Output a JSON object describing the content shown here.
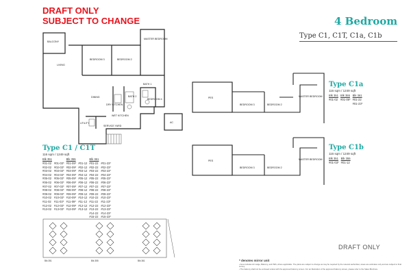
{
  "header": {
    "draft_line1": "DRAFT ONLY",
    "draft_line2": "SUBJECT TO CHANGE",
    "title": "4 Bedroom",
    "subtitle": "Type C1, C1T, C1a, C1b"
  },
  "main_plan": {
    "rooms": {
      "balcony": "BALCONY",
      "master": "MASTER BEDROOM",
      "bedroom3": "BEDROOM 3",
      "bedroom2": "BEDROOM 2",
      "living": "LIVING",
      "dining": "DINING",
      "dry_kitchen": "DRY KITCHEN",
      "bath2": "BATH 2",
      "bath1": "BATH 1",
      "wet_kitchen": "WET KITCHEN",
      "bedroom4": "BEDROOM 4",
      "utility": "UTILITY",
      "service_yard": "SERVICE YARD",
      "ac": "AC"
    }
  },
  "type_c1": {
    "label": "Type C1 / C1T",
    "area": "116 sqm / 1249 sqft",
    "blocks": [
      {
        "name": "Blk 351",
        "units": [
          "#01-02",
          "#02-02",
          "#03-02",
          "#04-02",
          "#05-02",
          "#06-02",
          "#07-02",
          "#08-02",
          "#09-02",
          "#10-02",
          "#11-02",
          "#12-02",
          "#13-02"
        ]
      },
      {
        "name": "",
        "units": [
          "#01-03*",
          "#02-03*",
          "#03-03*",
          "#04-03*",
          "#05-03*",
          "#06-03*",
          "#07-03*",
          "#08-03*",
          "#09-03*",
          "#10-03*",
          "#11-03*",
          "#12-03*",
          "#13-03*"
        ]
      },
      {
        "name": "Blk 355",
        "units": [
          "#01-09*",
          "#02-09*",
          "#03-09*",
          "#04-09*",
          "#05-09*",
          "#06-09*",
          "#07-09*",
          "#08-09*",
          "#09-09*",
          "#10-09*",
          "#11-09*",
          "#12-09*",
          "#13-09*"
        ]
      },
      {
        "name": "",
        "units": [
          "#01-12",
          "#02-12",
          "#03-12",
          "#04-12",
          "#05-12",
          "#06-12",
          "#07-12",
          "#08-12",
          "#09-12",
          "#10-12",
          "#11-12",
          "#12-12",
          "#13-12"
        ]
      },
      {
        "name": "Blk 361",
        "units": [
          "#01-22",
          "#02-22",
          "#03-22",
          "#04-22",
          "#05-22",
          "#06-22",
          "#07-22",
          "#08-22",
          "#09-22",
          "#10-22",
          "#11-22",
          "#12-22",
          "#13-22",
          "#14-22",
          "#15-22"
        ]
      },
      {
        "name": "",
        "units": [
          "#01-23*",
          "#02-23*",
          "#03-23*",
          "#04-23*",
          "#05-23*",
          "#06-23*",
          "#07-23*",
          "#08-23*",
          "#09-23*",
          "#10-23*",
          "#11-23*",
          "#12-23*",
          "#13-23*",
          "#14-23*",
          "#15-23*"
        ]
      }
    ]
  },
  "type_c1a": {
    "label": "Type C1a",
    "area": "116 sqm / 1249 sqft",
    "blocks": [
      {
        "name": "Blk 351",
        "units": [
          "#01-02"
        ]
      },
      {
        "name": "Blk 355",
        "units": [
          "#01-09*"
        ]
      },
      {
        "name": "Blk 361",
        "units": [
          "#01-22",
          "#01-23*"
        ]
      }
    ],
    "rooms": {
      "pes": "PES",
      "bedroom3": "BEDROOM 3",
      "bedroom2": "BEDROOM 2",
      "master": "MASTER BEDROOM"
    }
  },
  "type_c1b": {
    "label": "Type C1b",
    "area": "116 sqm / 1249 sqft",
    "blocks": [
      {
        "name": "Blk 351",
        "units": [
          "#01-03*"
        ]
      },
      {
        "name": "Blk 355",
        "units": [
          "#01-12"
        ]
      }
    ],
    "rooms": {
      "pes": "PES",
      "bedroom3": "BEDROOM 3",
      "bedroom2": "BEDROOM 2",
      "master": "MASTER BEDROOM"
    }
  },
  "footer": {
    "draft": "DRAFT ONLY",
    "mirror_note": "* denotes mirror unit",
    "fine_print_1": "• Area includes AC ledge, Balcony, and PES, where applicable. The plans are subject to change as may be required by the relevant authorities; areas are estimates only and are subject to final survey.",
    "fine_print_2": "• The balcony shall not be enclosed unless with the approved balcony screen. For an illustration of the approved balcony screen, please refer to the Sales Brochure."
  },
  "colors": {
    "red": "#e8121b",
    "teal": "#1fa9a3"
  }
}
